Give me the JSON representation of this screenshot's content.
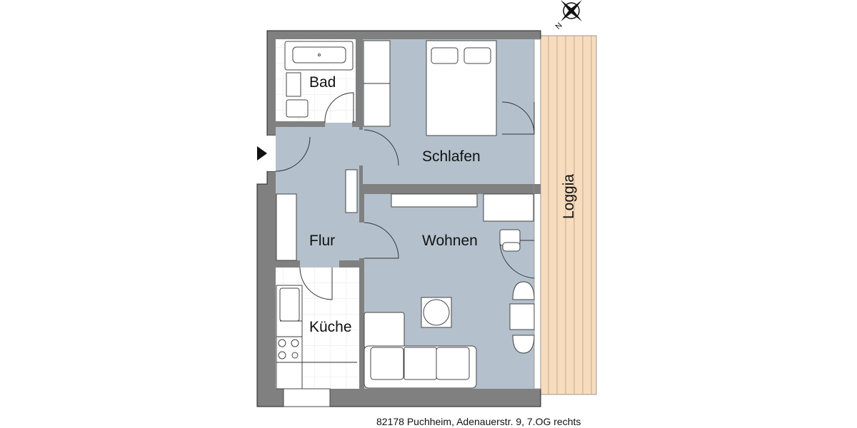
{
  "rooms": {
    "bad": "Bad",
    "schlafen": "Schlafen",
    "flur": "Flur",
    "wohnen": "Wohnen",
    "kueche": "Küche",
    "loggia": "Loggia"
  },
  "caption": "82178 Puchheim, Adenauerstr. 9, 7.OG rechts",
  "compass_label": "N",
  "colors": {
    "wall": "#808080",
    "room_floor": "#b4c1cd",
    "loggia_floor": "#f7dcbd",
    "tile_floor": "#ffffff"
  },
  "icons": [
    "compass-icon",
    "entrance-arrow-icon"
  ]
}
